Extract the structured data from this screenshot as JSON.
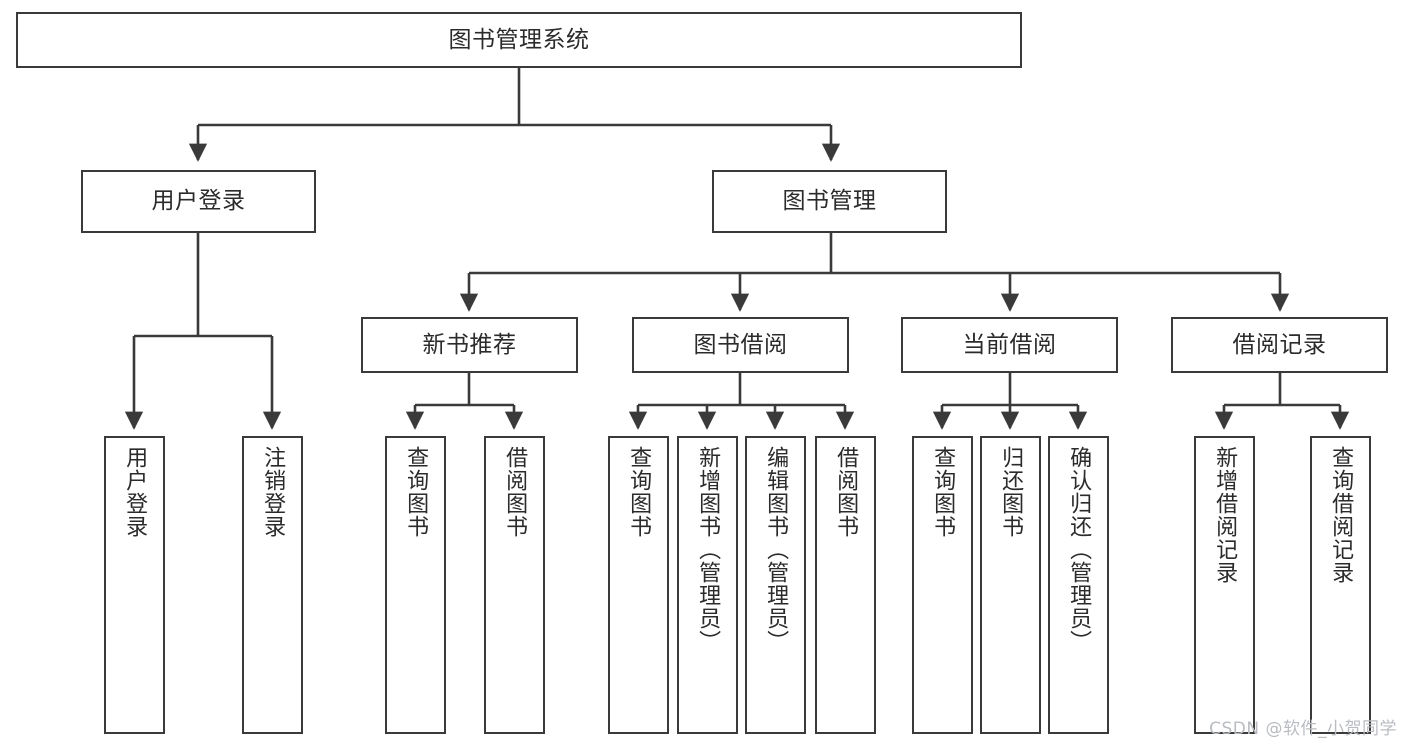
{
  "diagram": {
    "type": "tree",
    "title": "图书管理系统",
    "watermark": "CSDN @软件_小贺同学",
    "colors": {
      "box_border": "#3a3a3a",
      "box_fill": "#ffffff",
      "edge": "#3a3a3a",
      "text": "#2b2b2b",
      "watermark": "#b9bcc2"
    },
    "levels": {
      "root": "图书管理系统",
      "level2": [
        "用户登录",
        "图书管理"
      ],
      "level3": [
        "新书推荐",
        "图书借阅",
        "当前借阅",
        "借阅记录"
      ]
    },
    "nodes": {
      "root": {
        "label": "图书管理系统"
      },
      "user_login": {
        "label": "用户登录"
      },
      "book_manage": {
        "label": "图书管理"
      },
      "new_book_rec": {
        "label": "新书推荐"
      },
      "book_borrow": {
        "label": "图书借阅"
      },
      "current_borrow": {
        "label": "当前借阅"
      },
      "borrow_record": {
        "label": "借阅记录"
      },
      "leaf_user_login": {
        "label": "用户登录"
      },
      "leaf_logout": {
        "label": "注销登录"
      },
      "leaf_query_book_1": {
        "label": "查询图书"
      },
      "leaf_borrow_book_1": {
        "label": "借阅图书"
      },
      "leaf_query_book_2": {
        "label": "查询图书"
      },
      "leaf_add_book": {
        "label": "新增图书（管理员）"
      },
      "leaf_edit_book": {
        "label": "编辑图书（管理员）"
      },
      "leaf_borrow_book_2": {
        "label": "借阅图书"
      },
      "leaf_query_book_3": {
        "label": "查询图书"
      },
      "leaf_return_book": {
        "label": "归还图书"
      },
      "leaf_confirm_return": {
        "label": "确认归还（管理员）"
      },
      "leaf_add_record": {
        "label": "新增借阅记录"
      },
      "leaf_query_record": {
        "label": "查询借阅记录"
      }
    },
    "edges": [
      {
        "from": "root",
        "to": "user_login"
      },
      {
        "from": "root",
        "to": "book_manage"
      },
      {
        "from": "user_login",
        "to": "leaf_user_login"
      },
      {
        "from": "user_login",
        "to": "leaf_logout"
      },
      {
        "from": "book_manage",
        "to": "new_book_rec"
      },
      {
        "from": "book_manage",
        "to": "book_borrow"
      },
      {
        "from": "book_manage",
        "to": "current_borrow"
      },
      {
        "from": "book_manage",
        "to": "borrow_record"
      },
      {
        "from": "new_book_rec",
        "to": "leaf_query_book_1"
      },
      {
        "from": "new_book_rec",
        "to": "leaf_borrow_book_1"
      },
      {
        "from": "book_borrow",
        "to": "leaf_query_book_2"
      },
      {
        "from": "book_borrow",
        "to": "leaf_add_book"
      },
      {
        "from": "book_borrow",
        "to": "leaf_edit_book"
      },
      {
        "from": "book_borrow",
        "to": "leaf_borrow_book_2"
      },
      {
        "from": "current_borrow",
        "to": "leaf_query_book_3"
      },
      {
        "from": "current_borrow",
        "to": "leaf_return_book"
      },
      {
        "from": "current_borrow",
        "to": "leaf_confirm_return"
      },
      {
        "from": "borrow_record",
        "to": "leaf_add_record"
      },
      {
        "from": "borrow_record",
        "to": "leaf_query_record"
      }
    ]
  }
}
